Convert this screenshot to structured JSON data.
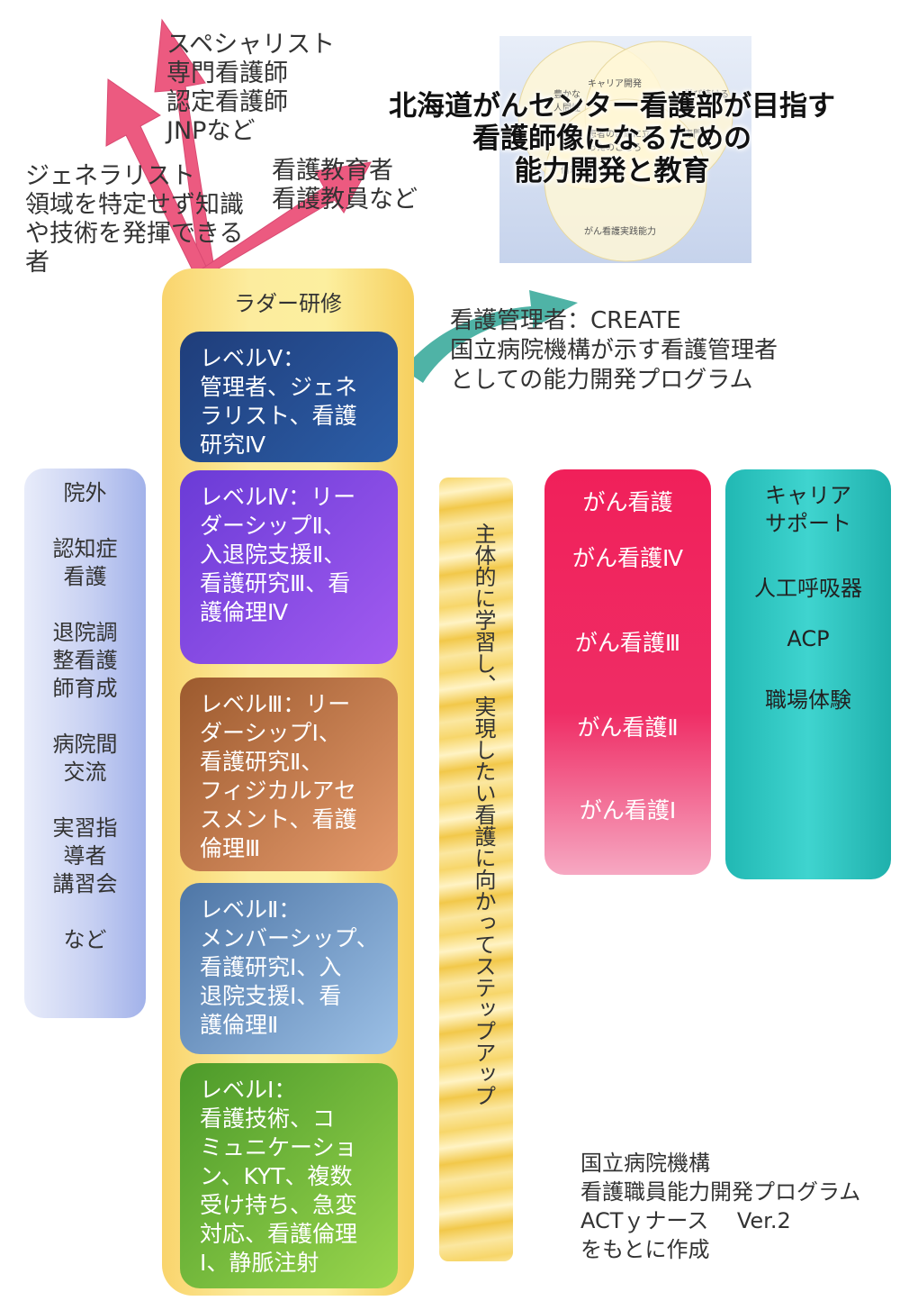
{
  "title": "北海道がんセンター看護部が目指す\n看護師像になるための\n能力開発と教育",
  "venn": {
    "labels": [
      "キャリア開発",
      "豊かな\n人間性",
      "学び続ける",
      "患者の目線に立\nったのこころ",
      "専門性",
      "倫理",
      "がん看護実践能力"
    ]
  },
  "arrows": {
    "specialist": "スペシャリスト\n専門看護師\n認定看護師\nJNPなど",
    "generalist": "ジェネラリスト\n領域を特定せず知識\nや技術を発揮できる\n者",
    "educator": "看護教育者\n看護教員など",
    "manager": "看護管理者：CREATE\n国立病院機構が示す看護管理者\nとしての能力開発プログラム"
  },
  "ladder": {
    "title": "ラダー研修",
    "levels": [
      "レベルⅤ：\n管理者、ジェネ\nラリスト、看護\n研究Ⅳ",
      "レベルⅣ：リー\nダーシップⅡ、\n入退院支援Ⅱ、\n看護研究Ⅲ、看\n護倫理Ⅳ",
      "レベルⅢ：リー\nダーシップⅠ、\n看護研究Ⅱ、\nフィジカルアセ\nスメント、看護\n倫理Ⅲ",
      "レベルⅡ：\nメンバーシップ、\n看護研究Ⅰ、入\n退院支援Ⅰ、看\n護倫理Ⅱ",
      "レベルⅠ：\n看護技術、コ\nミュニケーショ\nン、KYT、複数\n受け持ち、急変\n対応、看護倫理\nⅠ、静脈注射"
    ]
  },
  "outside": {
    "text": "院外\n\n認知症\n看護\n\n退院調\n整看護\n師育成\n\n病院間\n交流\n\n実習指\n導者\n講習会\n\nなど"
  },
  "step": "主体的に学習し、実現したい看護に向かってステップアップ",
  "gan": {
    "title": "がん看護",
    "items": [
      "がん看護Ⅳ",
      "がん看護Ⅲ",
      "がん看護Ⅱ",
      "がん看護Ⅰ"
    ]
  },
  "career": {
    "title": "キャリア\nサポート",
    "items": [
      "人工呼吸器",
      "ACP",
      "職場体験"
    ]
  },
  "credit": "国立病院機構\n看護職員能力開発プログラム\nACTｙナース　 Ver.2\nをもとに作成",
  "colors": {
    "arrow_pink": "#ec5a80",
    "arrow_teal": "#4fb3a6",
    "ladder": "#f9d46c",
    "gan": "#f0205a",
    "career": "#21b8b3"
  }
}
